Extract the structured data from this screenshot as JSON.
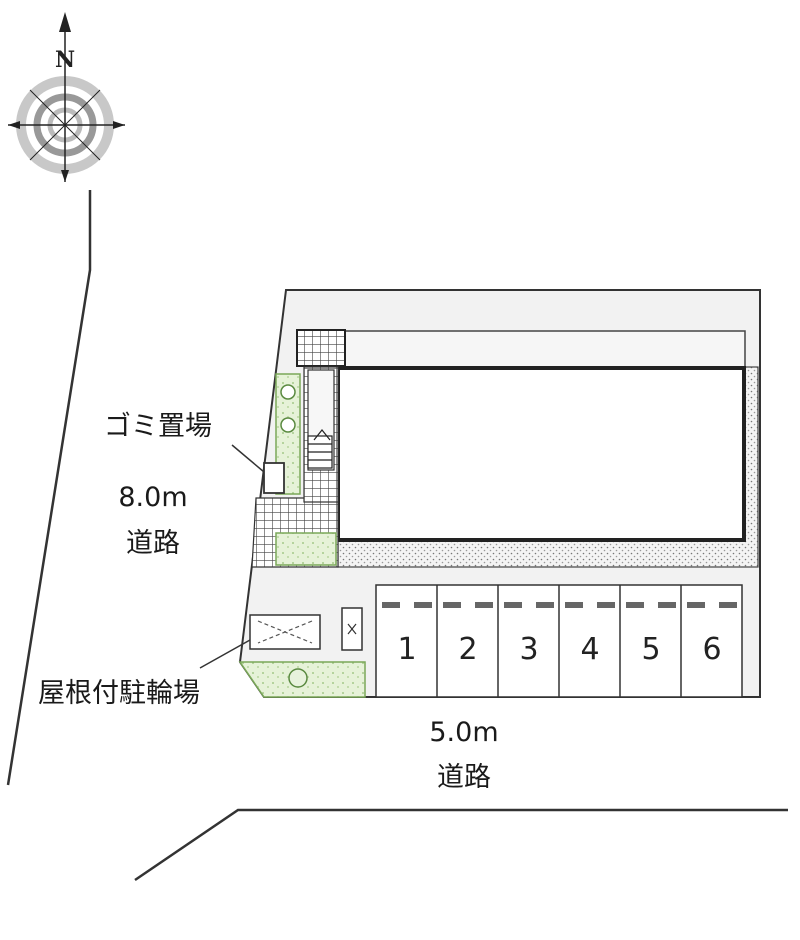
{
  "compass": {
    "north_label": "N",
    "icon": "compass-rose-icon"
  },
  "labels": {
    "garbage_area": "ゴミ置場",
    "west_road_width": "8.0m",
    "west_road_name": "道路",
    "bicycle_parking": "屋根付駐輪場",
    "south_road_width": "5.0m",
    "south_road_name": "道路"
  },
  "parking_spaces": [
    "1",
    "2",
    "3",
    "4",
    "5",
    "6"
  ],
  "colors": {
    "green_area": "#e3f1d3",
    "green_border": "#8cb56a",
    "paved": "#f2f2f2",
    "line": "#333333"
  }
}
